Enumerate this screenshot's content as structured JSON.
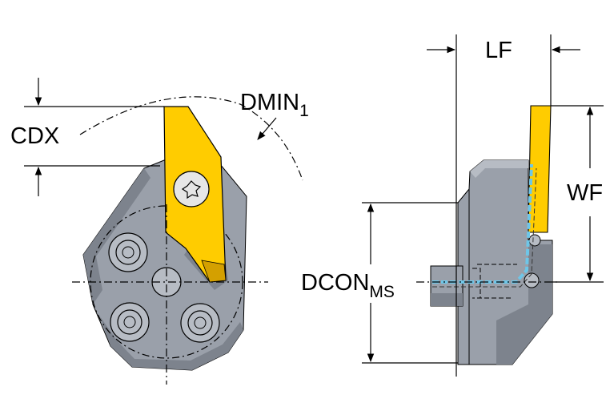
{
  "labels": {
    "cdx": "CDX",
    "dmin": "DMIN",
    "dmin_sub": "1",
    "lf": "LF",
    "wf": "WF",
    "dcon": "DCON",
    "dcon_sub": "MS"
  },
  "colors": {
    "body": "#9aa0aa",
    "body_dark": "#7d838d",
    "body_light": "#b7bcc4",
    "insert": "#ffcc00",
    "insert_dark": "#d4a000",
    "coolant": "#6ec6e8",
    "line": "#000000"
  }
}
